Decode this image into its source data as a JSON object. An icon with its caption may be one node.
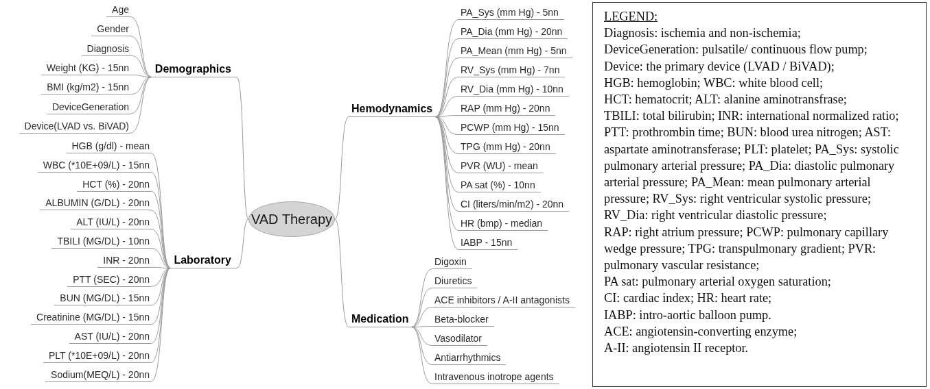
{
  "diagram": {
    "nodes": [
      {
        "text": [
          "VAD Therapy"
        ]
      },
      {
        "text": [
          "Demographics"
        ]
      },
      {
        "text": [
          "Age"
        ]
      },
      {
        "text": [
          "Gender"
        ]
      },
      {
        "text": [
          "Diagnosis"
        ]
      },
      {
        "text": [
          "Weight (KG) - 15nn"
        ]
      },
      {
        "text": [
          "BMI (kg/m2) - 15nn"
        ]
      },
      {
        "text": [
          "DeviceGeneration"
        ]
      },
      {
        "text": [
          "Device(LVAD vs. BiVAD)"
        ]
      },
      {
        "text": [
          "Laboratory"
        ]
      },
      {
        "text": [
          "HGB (g/dl) - mean"
        ]
      },
      {
        "text": [
          "WBC (*10E+09/L) - 15nn"
        ]
      },
      {
        "text": [
          "HCT (%) - 20nn"
        ]
      },
      {
        "text": [
          "ALBUMIN (G/DL) - 20nn"
        ]
      },
      {
        "text": [
          "ALT (IU/L) - 20nn"
        ]
      },
      {
        "text": [
          "TBILI (MG/DL) - 10nn"
        ]
      },
      {
        "text": [
          "INR - 20nn"
        ]
      },
      {
        "text": [
          "PTT (SEC) - 20nn"
        ]
      },
      {
        "text": [
          "BUN (MG/DL) - 15nn"
        ]
      },
      {
        "text": [
          "Creatinine (MG/DL) - 15nn"
        ]
      },
      {
        "text": [
          "AST (IU/L) - 20nn"
        ]
      },
      {
        "text": [
          "PLT (*10E+09/L) - 20nn"
        ]
      },
      {
        "text": [
          "Sodium(MEQ/L) - 20nn"
        ]
      },
      {
        "text": [
          "Hemodynamics"
        ]
      },
      {
        "text": [
          "PA_Sys (mm Hg) - 5nn"
        ]
      },
      {
        "text": [
          "PA_Dia (mm Hg) - 20nn"
        ]
      },
      {
        "text": [
          "PA_Mean (mm Hg) - 5nn"
        ]
      },
      {
        "text": [
          "RV_Sys (mm Hg) - 7nn"
        ]
      },
      {
        "text": [
          "RV_Dia (mm Hg) - 10nn"
        ]
      },
      {
        "text": [
          "RAP (mm Hg) - 20nn"
        ]
      },
      {
        "text": [
          "PCWP (mm Hg) - 15nn"
        ]
      },
      {
        "text": [
          "TPG (mm Hg) - 20nn"
        ]
      },
      {
        "text": [
          "PVR (WU) - mean"
        ]
      },
      {
        "text": [
          "PA sat (%) - 10nn"
        ]
      },
      {
        "text": [
          "CI (liters/min/m2) - 20nn"
        ]
      },
      {
        "text": [
          "HR (bmp) - median"
        ]
      },
      {
        "text": [
          "IABP - 15nn"
        ]
      },
      {
        "text": [
          "Medication"
        ]
      },
      {
        "text": [
          "Digoxin"
        ]
      },
      {
        "text": [
          "Diuretics"
        ]
      },
      {
        "text": [
          "ACE inhibitors / A-II antagonists"
        ]
      },
      {
        "text": [
          "Beta-blocker"
        ]
      },
      {
        "text": [
          "Vasodilator"
        ]
      },
      {
        "text": [
          "Antiarrhythmics"
        ]
      },
      {
        "text": [
          "Intravenous inotrope agents"
        ]
      },
      {
        "text": [
          "LEGEND:",
          "Diagnosis: ischemia and non-ischemia;",
          "DeviceGeneration: pulsatile/ continuous flow pump;",
          "Device: the primary device (LVAD / BiVAD);",
          "HGB: hemoglobin; WBC: white blood cell;",
          "HCT: hematocrit; ALT: alanine aminotransfrase;",
          "TBILI: total bilirubin; INR: international normalized ratio; PTT: prothrombin time; BUN: blood urea nitrogen; AST: aspartate aminotransferase; PLT: platelet; PA_Sys: systolic pulmonary arterial pressure; PA_Dia: diastolic pulmonary arterial pressure; PA_Mean: mean pulmonary arterial pressure; RV_Sys: right ventricular systolic pressure;",
          "RV_Dia: right ventricular diastolic pressure;",
          "RAP: right atrium pressure; PCWP: pulmonary capillary wedge pressure; TPG: transpulmonary gradient; PVR: pulmonary vascular resistance;",
          "PA sat: pulmonary arterial oxygen saturation;",
          "CI: cardiac index; HR: heart rate;",
          "IABP: intro-aortic balloon pump.",
          "ACE: angiotensin-converting enzyme;",
          "A-II: angiotensin II receptor."
        ]
      }
    ],
    "edges": [
      {
        "from": 0,
        "to": 1,
        "arrow": "none"
      },
      {
        "from": 1,
        "to": 2,
        "arrow": "none"
      },
      {
        "from": 1,
        "to": 3,
        "arrow": "none"
      },
      {
        "from": 1,
        "to": 4,
        "arrow": "none"
      },
      {
        "from": 1,
        "to": 5,
        "arrow": "none"
      },
      {
        "from": 1,
        "to": 6,
        "arrow": "none"
      },
      {
        "from": 1,
        "to": 7,
        "arrow": "none"
      },
      {
        "from": 1,
        "to": 8,
        "arrow": "none"
      },
      {
        "from": 0,
        "to": 9,
        "arrow": "none"
      },
      {
        "from": 9,
        "to": 10,
        "arrow": "none"
      },
      {
        "from": 9,
        "to": 11,
        "arrow": "none"
      },
      {
        "from": 9,
        "to": 12,
        "arrow": "none"
      },
      {
        "from": 9,
        "to": 13,
        "arrow": "none"
      },
      {
        "from": 9,
        "to": 14,
        "arrow": "none"
      },
      {
        "from": 9,
        "to": 15,
        "arrow": "none"
      },
      {
        "from": 9,
        "to": 16,
        "arrow": "none"
      },
      {
        "from": 9,
        "to": 17,
        "arrow": "none"
      },
      {
        "from": 9,
        "to": 18,
        "arrow": "none"
      },
      {
        "from": 9,
        "to": 19,
        "arrow": "none"
      },
      {
        "from": 9,
        "to": 20,
        "arrow": "none"
      },
      {
        "from": 9,
        "to": 21,
        "arrow": "none"
      },
      {
        "from": 9,
        "to": 22,
        "arrow": "none"
      },
      {
        "from": 0,
        "to": 23,
        "arrow": "none"
      },
      {
        "from": 23,
        "to": 24,
        "arrow": "none"
      },
      {
        "from": 23,
        "to": 25,
        "arrow": "none"
      },
      {
        "from": 23,
        "to": 26,
        "arrow": "none"
      },
      {
        "from": 23,
        "to": 27,
        "arrow": "none"
      },
      {
        "from": 23,
        "to": 28,
        "arrow": "none"
      },
      {
        "from": 23,
        "to": 29,
        "arrow": "none"
      },
      {
        "from": 23,
        "to": 30,
        "arrow": "none"
      },
      {
        "from": 23,
        "to": 31,
        "arrow": "none"
      },
      {
        "from": 23,
        "to": 32,
        "arrow": "none"
      },
      {
        "from": 23,
        "to": 33,
        "arrow": "none"
      },
      {
        "from": 23,
        "to": 34,
        "arrow": "none"
      },
      {
        "from": 23,
        "to": 35,
        "arrow": "none"
      },
      {
        "from": 23,
        "to": 36,
        "arrow": "none"
      },
      {
        "from": 0,
        "to": 37,
        "arrow": "none"
      },
      {
        "from": 37,
        "to": 38,
        "arrow": "none"
      },
      {
        "from": 37,
        "to": 39,
        "arrow": "none"
      },
      {
        "from": 37,
        "to": 40,
        "arrow": "none"
      },
      {
        "from": 37,
        "to": 41,
        "arrow": "none"
      },
      {
        "from": 37,
        "to": 42,
        "arrow": "none"
      },
      {
        "from": 37,
        "to": 43,
        "arrow": "none"
      },
      {
        "from": 37,
        "to": 44,
        "arrow": "none"
      }
    ]
  }
}
